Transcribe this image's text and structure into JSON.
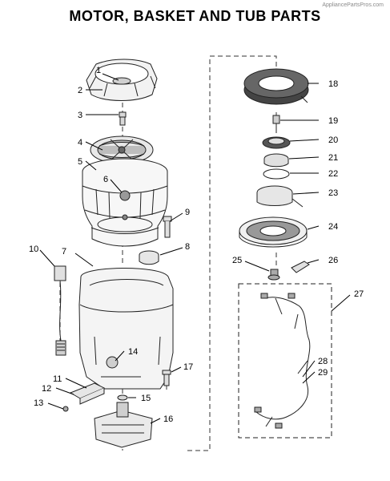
{
  "watermark": "AppliancePartsPros.com",
  "title": "MOTOR, BASKET AND TUB PARTS",
  "callouts": [
    "1",
    "2",
    "3",
    "4",
    "5",
    "6",
    "7",
    "8",
    "9",
    "10",
    "11",
    "12",
    "13",
    "14",
    "15",
    "16",
    "17",
    "18",
    "19",
    "20",
    "21",
    "22",
    "23",
    "24",
    "25",
    "26",
    "27",
    "28",
    "29"
  ]
}
